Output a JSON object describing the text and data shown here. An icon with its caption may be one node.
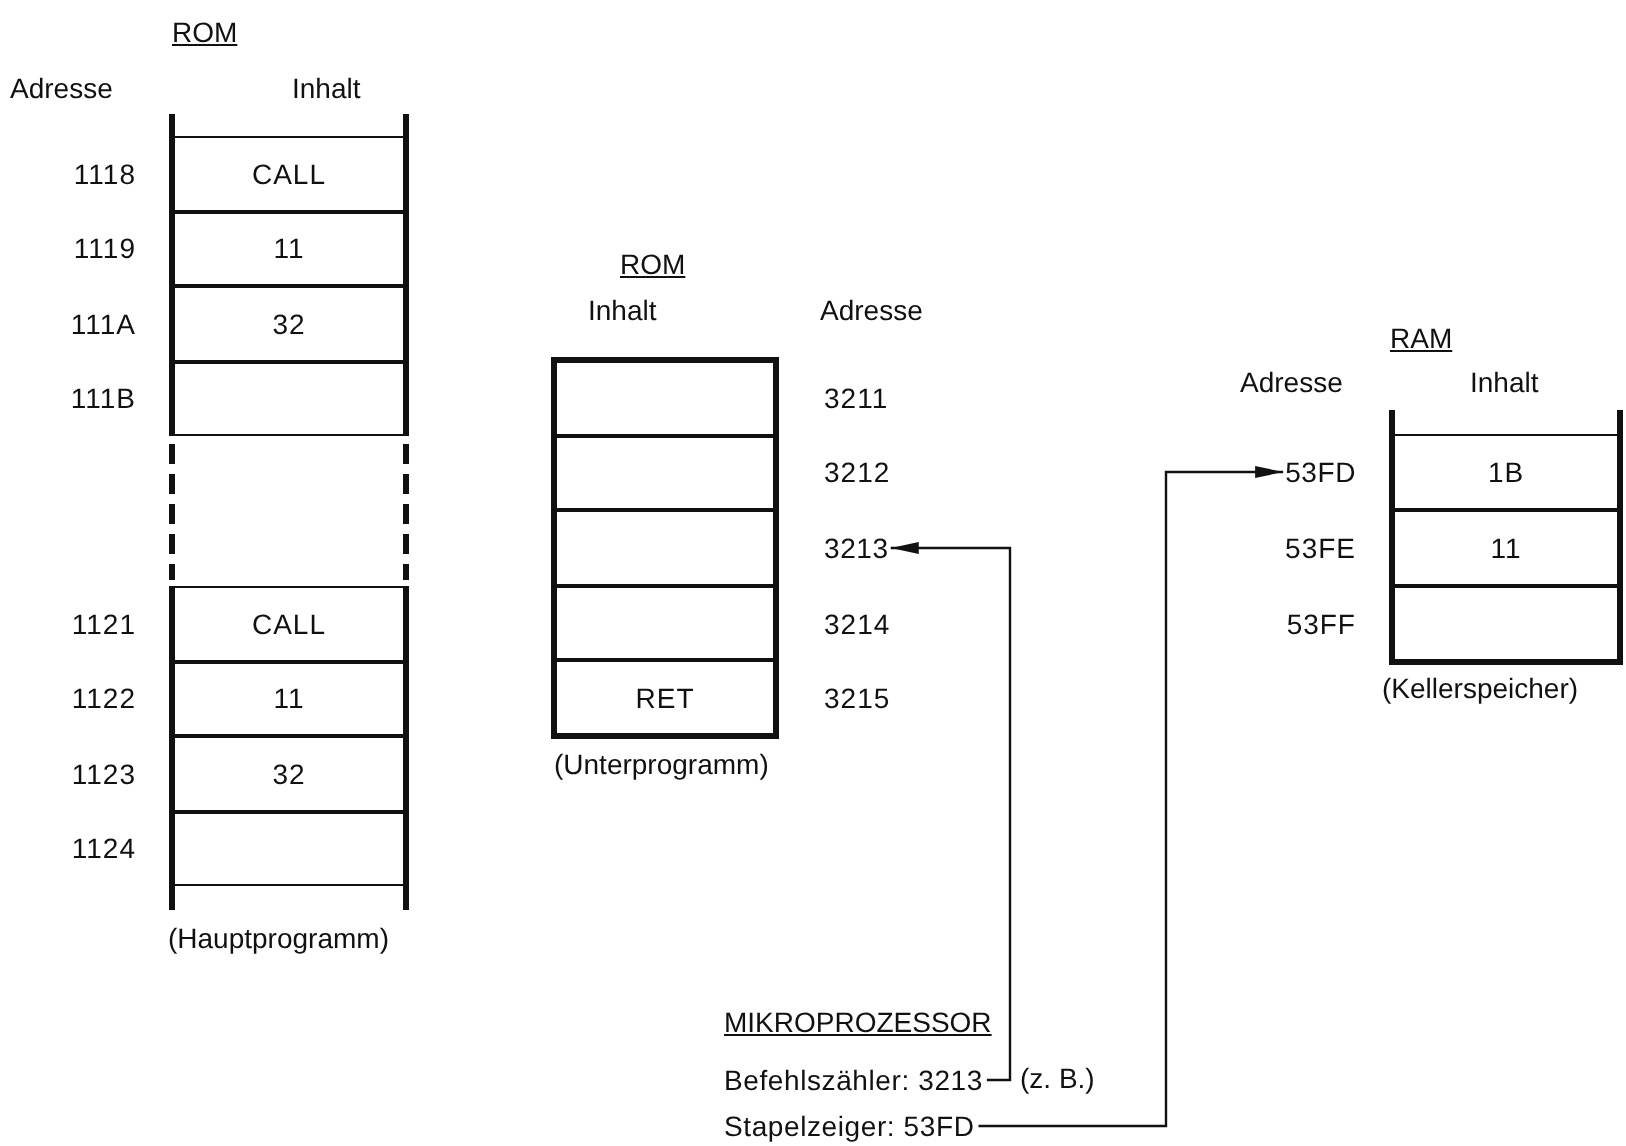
{
  "diagram": {
    "nodes": [
      {
        "text": [
          "CALL"
        ],
        "beside": [
          "1118"
        ]
      },
      {
        "text": [
          "11"
        ],
        "beside": [
          "1119"
        ]
      },
      {
        "text": [
          "32"
        ],
        "beside": [
          "111A"
        ]
      },
      {
        "text": [],
        "shape": "box",
        "beside": [
          "111B"
        ]
      },
      {
        "text": [
          "CALL"
        ],
        "beside": [
          "1121"
        ]
      },
      {
        "text": [
          "11"
        ],
        "beside": [
          "1122"
        ]
      },
      {
        "text": [
          "32"
        ],
        "beside": [
          "1123"
        ]
      },
      {
        "text": [],
        "shape": "box",
        "beside": [
          "1124"
        ]
      },
      {
        "text": [],
        "shape": "box",
        "beside": [
          "3211"
        ]
      },
      {
        "text": [],
        "shape": "box",
        "beside": [
          "3212"
        ]
      },
      {
        "text": [],
        "shape": "box"
      },
      {
        "text": [],
        "shape": "box",
        "beside": [
          "3214"
        ]
      },
      {
        "text": [
          "RET"
        ],
        "beside": [
          "3215"
        ]
      },
      {
        "text": [
          "3213"
        ]
      },
      {
        "text": [
          "53FD"
        ]
      },
      {
        "text": [
          "1B"
        ]
      },
      {
        "text": [
          "11"
        ],
        "beside": [
          "53FE"
        ]
      },
      {
        "text": [],
        "shape": "box",
        "beside": [
          "53FF"
        ]
      },
      {
        "text": [
          "Befehlszähler: 3213"
        ],
        "beside": [
          "(z. B.)"
        ]
      },
      {
        "text": [
          "Stapelzeiger: 53FD"
        ]
      }
    ],
    "edges": [
      {
        "from": 18,
        "to": 13,
        "arrow": "to"
      },
      {
        "from": 19,
        "to": 14,
        "arrow": "to"
      }
    ],
    "labels": [
      "ROM",
      "Adresse",
      "Inhalt",
      "(Hauptprogramm)",
      "ROM",
      "Inhalt",
      "Adresse",
      "(Unterprogramm)",
      "RAM",
      "Adresse",
      "Inhalt",
      "(Kellerspeicher)",
      "MIKROPROZESSOR"
    ]
  }
}
